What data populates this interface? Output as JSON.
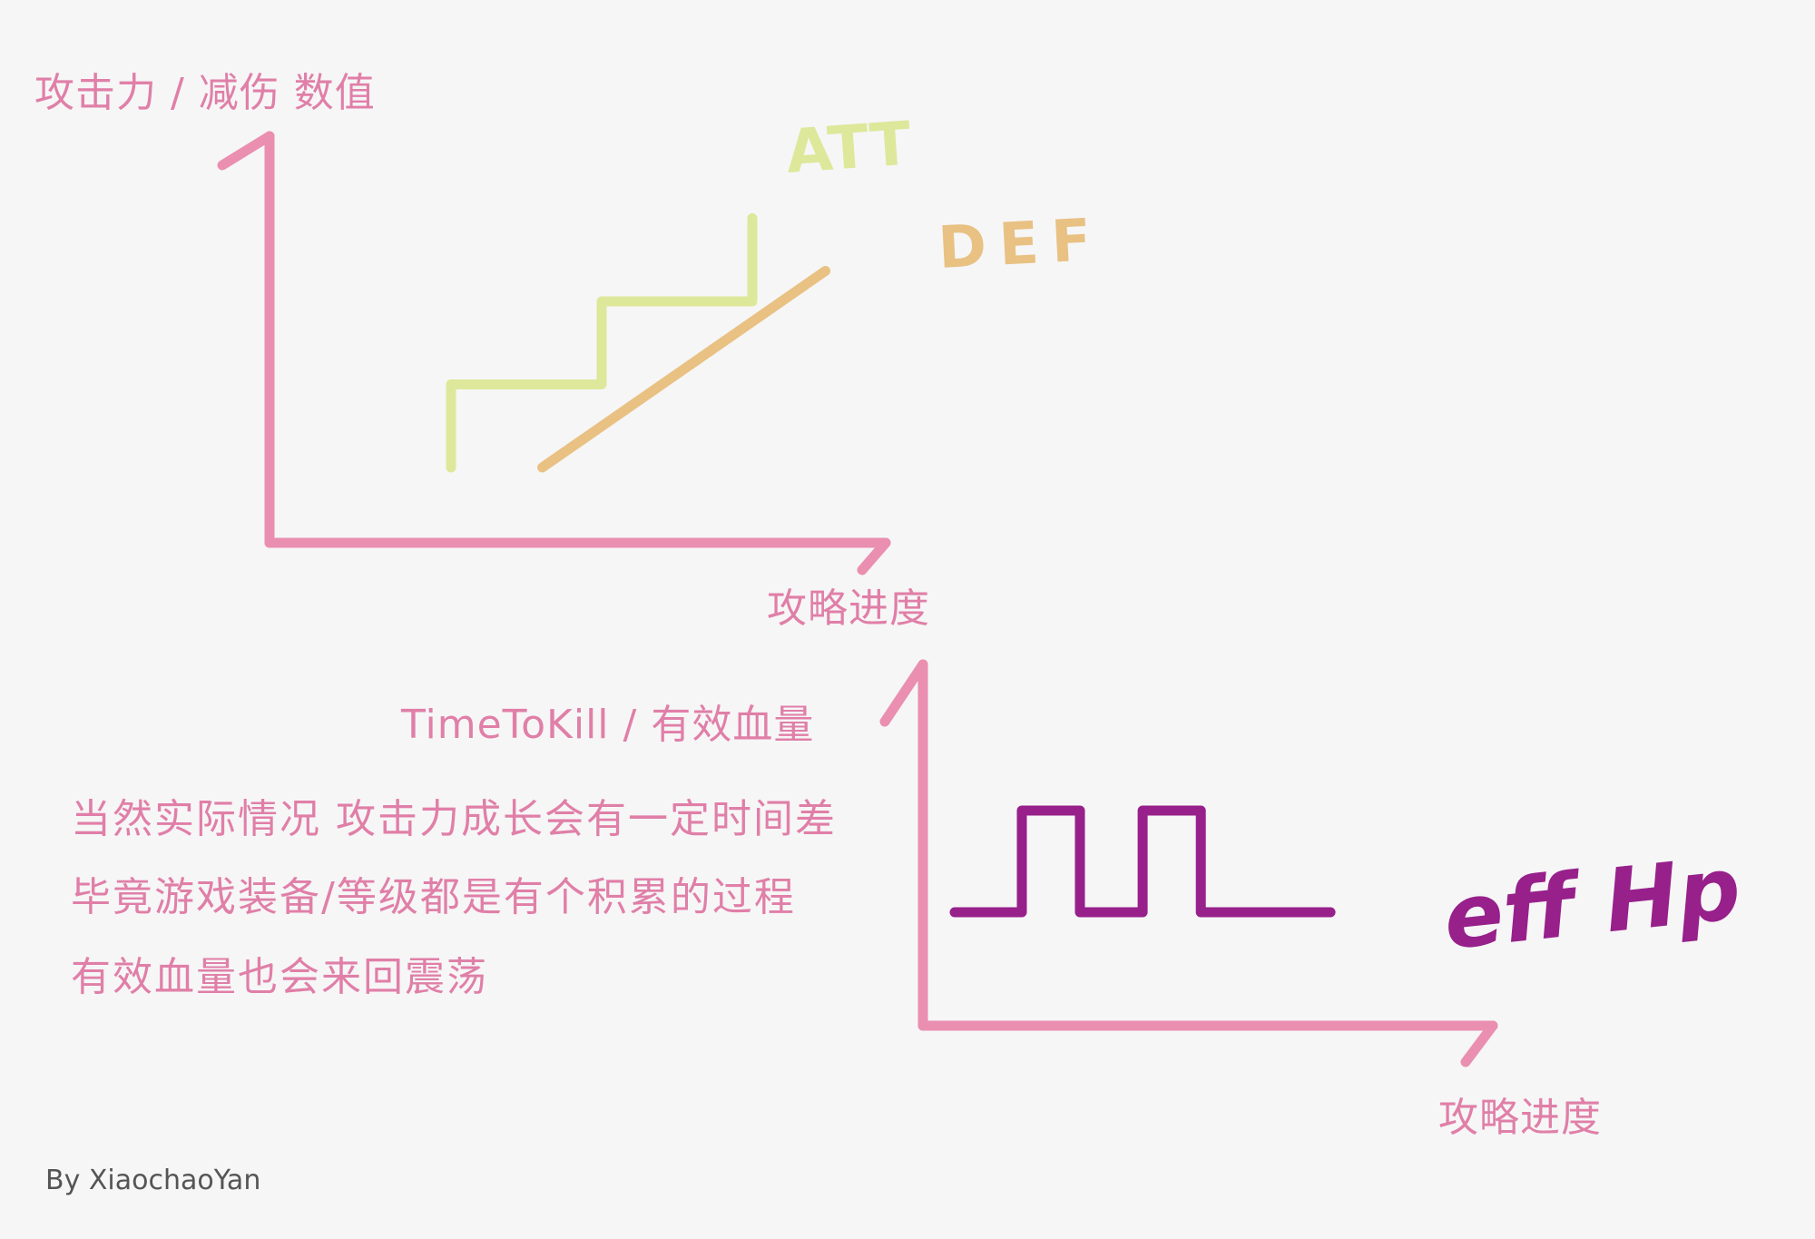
{
  "colors": {
    "axis": "#ea8fb0",
    "text": "#e07fa8",
    "att": "#dde89a",
    "def": "#e8c183",
    "effhp": "#97208b",
    "credit": "#555555",
    "background": "#f6f6f6"
  },
  "chart_data": [
    {
      "type": "line",
      "ylabel": "攻击力 / 减伤 数值",
      "xlabel": "攻略进度",
      "grid": false,
      "series": [
        {
          "name": "ATT",
          "color": "#dde89a",
          "shape": "staircase",
          "x": [
            0.0,
            0.0,
            0.33,
            0.33,
            0.66,
            0.66
          ],
          "y": [
            0.0,
            0.3,
            0.3,
            0.6,
            0.6,
            0.9
          ]
        },
        {
          "name": "DEF",
          "color": "#e8c183",
          "shape": "linear",
          "x": [
            0.2,
            0.82
          ],
          "y": [
            0.0,
            0.71
          ]
        }
      ]
    },
    {
      "type": "line",
      "ylabel": "TimeToKill / 有效血量",
      "xlabel": "攻略进度",
      "grid": false,
      "series": [
        {
          "name": "eff Hp",
          "color": "#97208b",
          "shape": "square-wave",
          "x": [
            0.0,
            0.15,
            0.15,
            0.28,
            0.28,
            0.42,
            0.42,
            0.55,
            0.55,
            0.84
          ],
          "y": [
            0.0,
            0.0,
            1.0,
            1.0,
            0.0,
            0.0,
            1.0,
            1.0,
            0.0,
            0.0
          ]
        }
      ]
    }
  ],
  "labels": {
    "att": "ATT",
    "def": "DEF",
    "effhp": "eff Hp"
  },
  "notes": {
    "line1": "当然实际情况 攻击力成长会有一定时间差",
    "line2": "毕竟游戏装备/等级都是有个积累的过程",
    "line3": "有效血量也会来回震荡"
  },
  "credit": "By XiaochaoYan"
}
